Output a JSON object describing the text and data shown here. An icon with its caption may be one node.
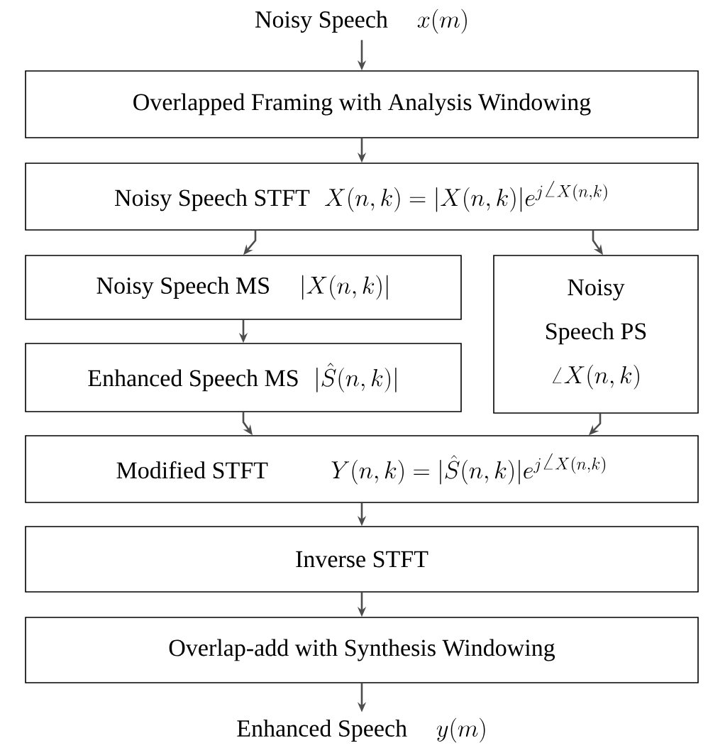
{
  "diagram": {
    "nodes": [
      {
        "text": [
          "Noisy Speech",
          "x(m)"
        ]
      },
      {
        "text": [
          "Overlapped Framing with Analysis Windowing"
        ]
      },
      {
        "text": [
          "Noisy Speech STFT",
          "X(n,k)=|X(n,k)|e^{j\\angle X(n,k)}"
        ]
      },
      {
        "text": [
          "Noisy Speech MS",
          "|X(n,k)|"
        ]
      },
      {
        "text": [
          "Noisy Speech PS",
          "\\angle X(n,k)"
        ]
      },
      {
        "text": [
          "Enhanced Speech MS",
          "|\\hat{S}(n,k)|"
        ]
      },
      {
        "text": [
          "Modified STFT",
          "Y(n,k)=|\\hat{S}(n,k)|e^{j\\angle X(n,k)}"
        ]
      },
      {
        "text": [
          "Inverse STFT"
        ]
      },
      {
        "text": [
          "Overlap-add with Synthesis Windowing"
        ]
      },
      {
        "text": [
          "Enhanced Speech",
          "y(m)"
        ]
      }
    ],
    "edges": [
      {
        "from": 0,
        "to": 1,
        "arrow": "to"
      },
      {
        "from": 1,
        "to": 2,
        "arrow": "to"
      },
      {
        "from": 2,
        "to": 3,
        "arrow": "to"
      },
      {
        "from": 2,
        "to": 4,
        "arrow": "to"
      },
      {
        "from": 3,
        "to": 5,
        "arrow": "to"
      },
      {
        "from": 5,
        "to": 6,
        "arrow": "to"
      },
      {
        "from": 4,
        "to": 6,
        "arrow": "to"
      },
      {
        "from": 6,
        "to": 7,
        "arrow": "to"
      },
      {
        "from": 7,
        "to": 8,
        "arrow": "to"
      },
      {
        "from": 8,
        "to": 9,
        "arrow": "to"
      }
    ]
  }
}
